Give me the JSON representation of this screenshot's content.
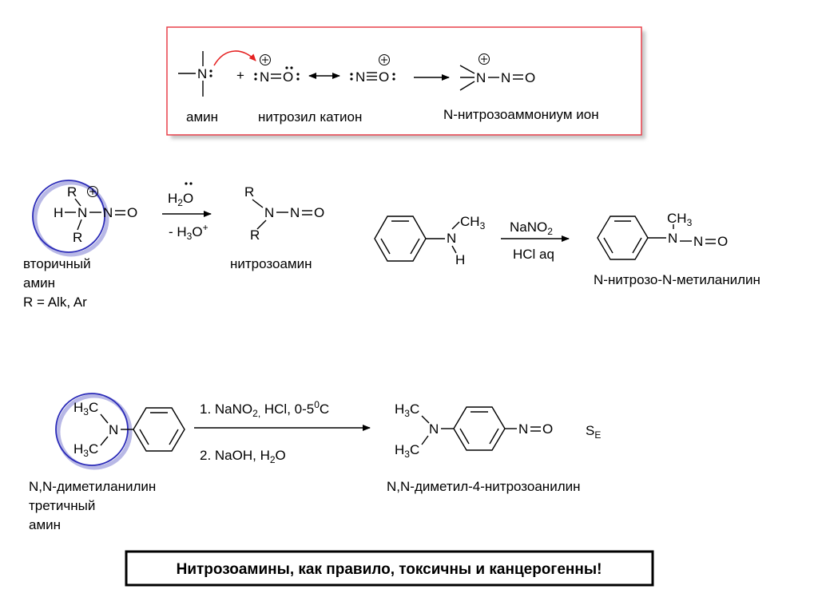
{
  "mechanism_box": {
    "labels": {
      "amine": "амин",
      "nitrosyl_cation": "нитрозил катион",
      "nitrosoammonium_ion": "N-нитрозоаммониум ион"
    }
  },
  "secondary": {
    "reagent_top": "H",
    "reagent_top_sub": "2",
    "reagent_top_o": "O",
    "reagent_bottom": "- H",
    "reagent_bottom_sub": "3",
    "reagent_bottom_o": "O",
    "label_line1": "вторичный",
    "label_line2": "амин",
    "label_line3": "R = Alk, Ar",
    "product_label": "нитрозоамин"
  },
  "methylaniline": {
    "reagent_top": "NaNO",
    "reagent_top_sub": "2",
    "reagent_bottom": "HCl aq",
    "product_label": "N-нитрозо-N-метиланилин"
  },
  "tertiary": {
    "step1": "1. NaNO",
    "step1_sub": "2,",
    "step1_rest": " HCl, 0-5",
    "step1_sup": "0",
    "step1_end": "C",
    "step2": "2. NaOH, H",
    "step2_sub": "2",
    "step2_end": "O",
    "se": "S",
    "se_sub": "E",
    "start_label_line1": "N,N-диметиланилин",
    "start_label_line2": "третичный",
    "start_label_line3": "амин",
    "product_label": "N,N-диметил-4-нитрозоанилин"
  },
  "conclusion": "Нитрозоамины, как правило, токсичны и канцерогенны!",
  "colors": {
    "box_border": "#e8414a",
    "box_fill": "#ffffff",
    "box_shadow": "#c8c8c8",
    "curved_arrow": "#e52222",
    "circle_stroke": "#2b2bb8",
    "circle_shadow": "#b8b8e6"
  }
}
